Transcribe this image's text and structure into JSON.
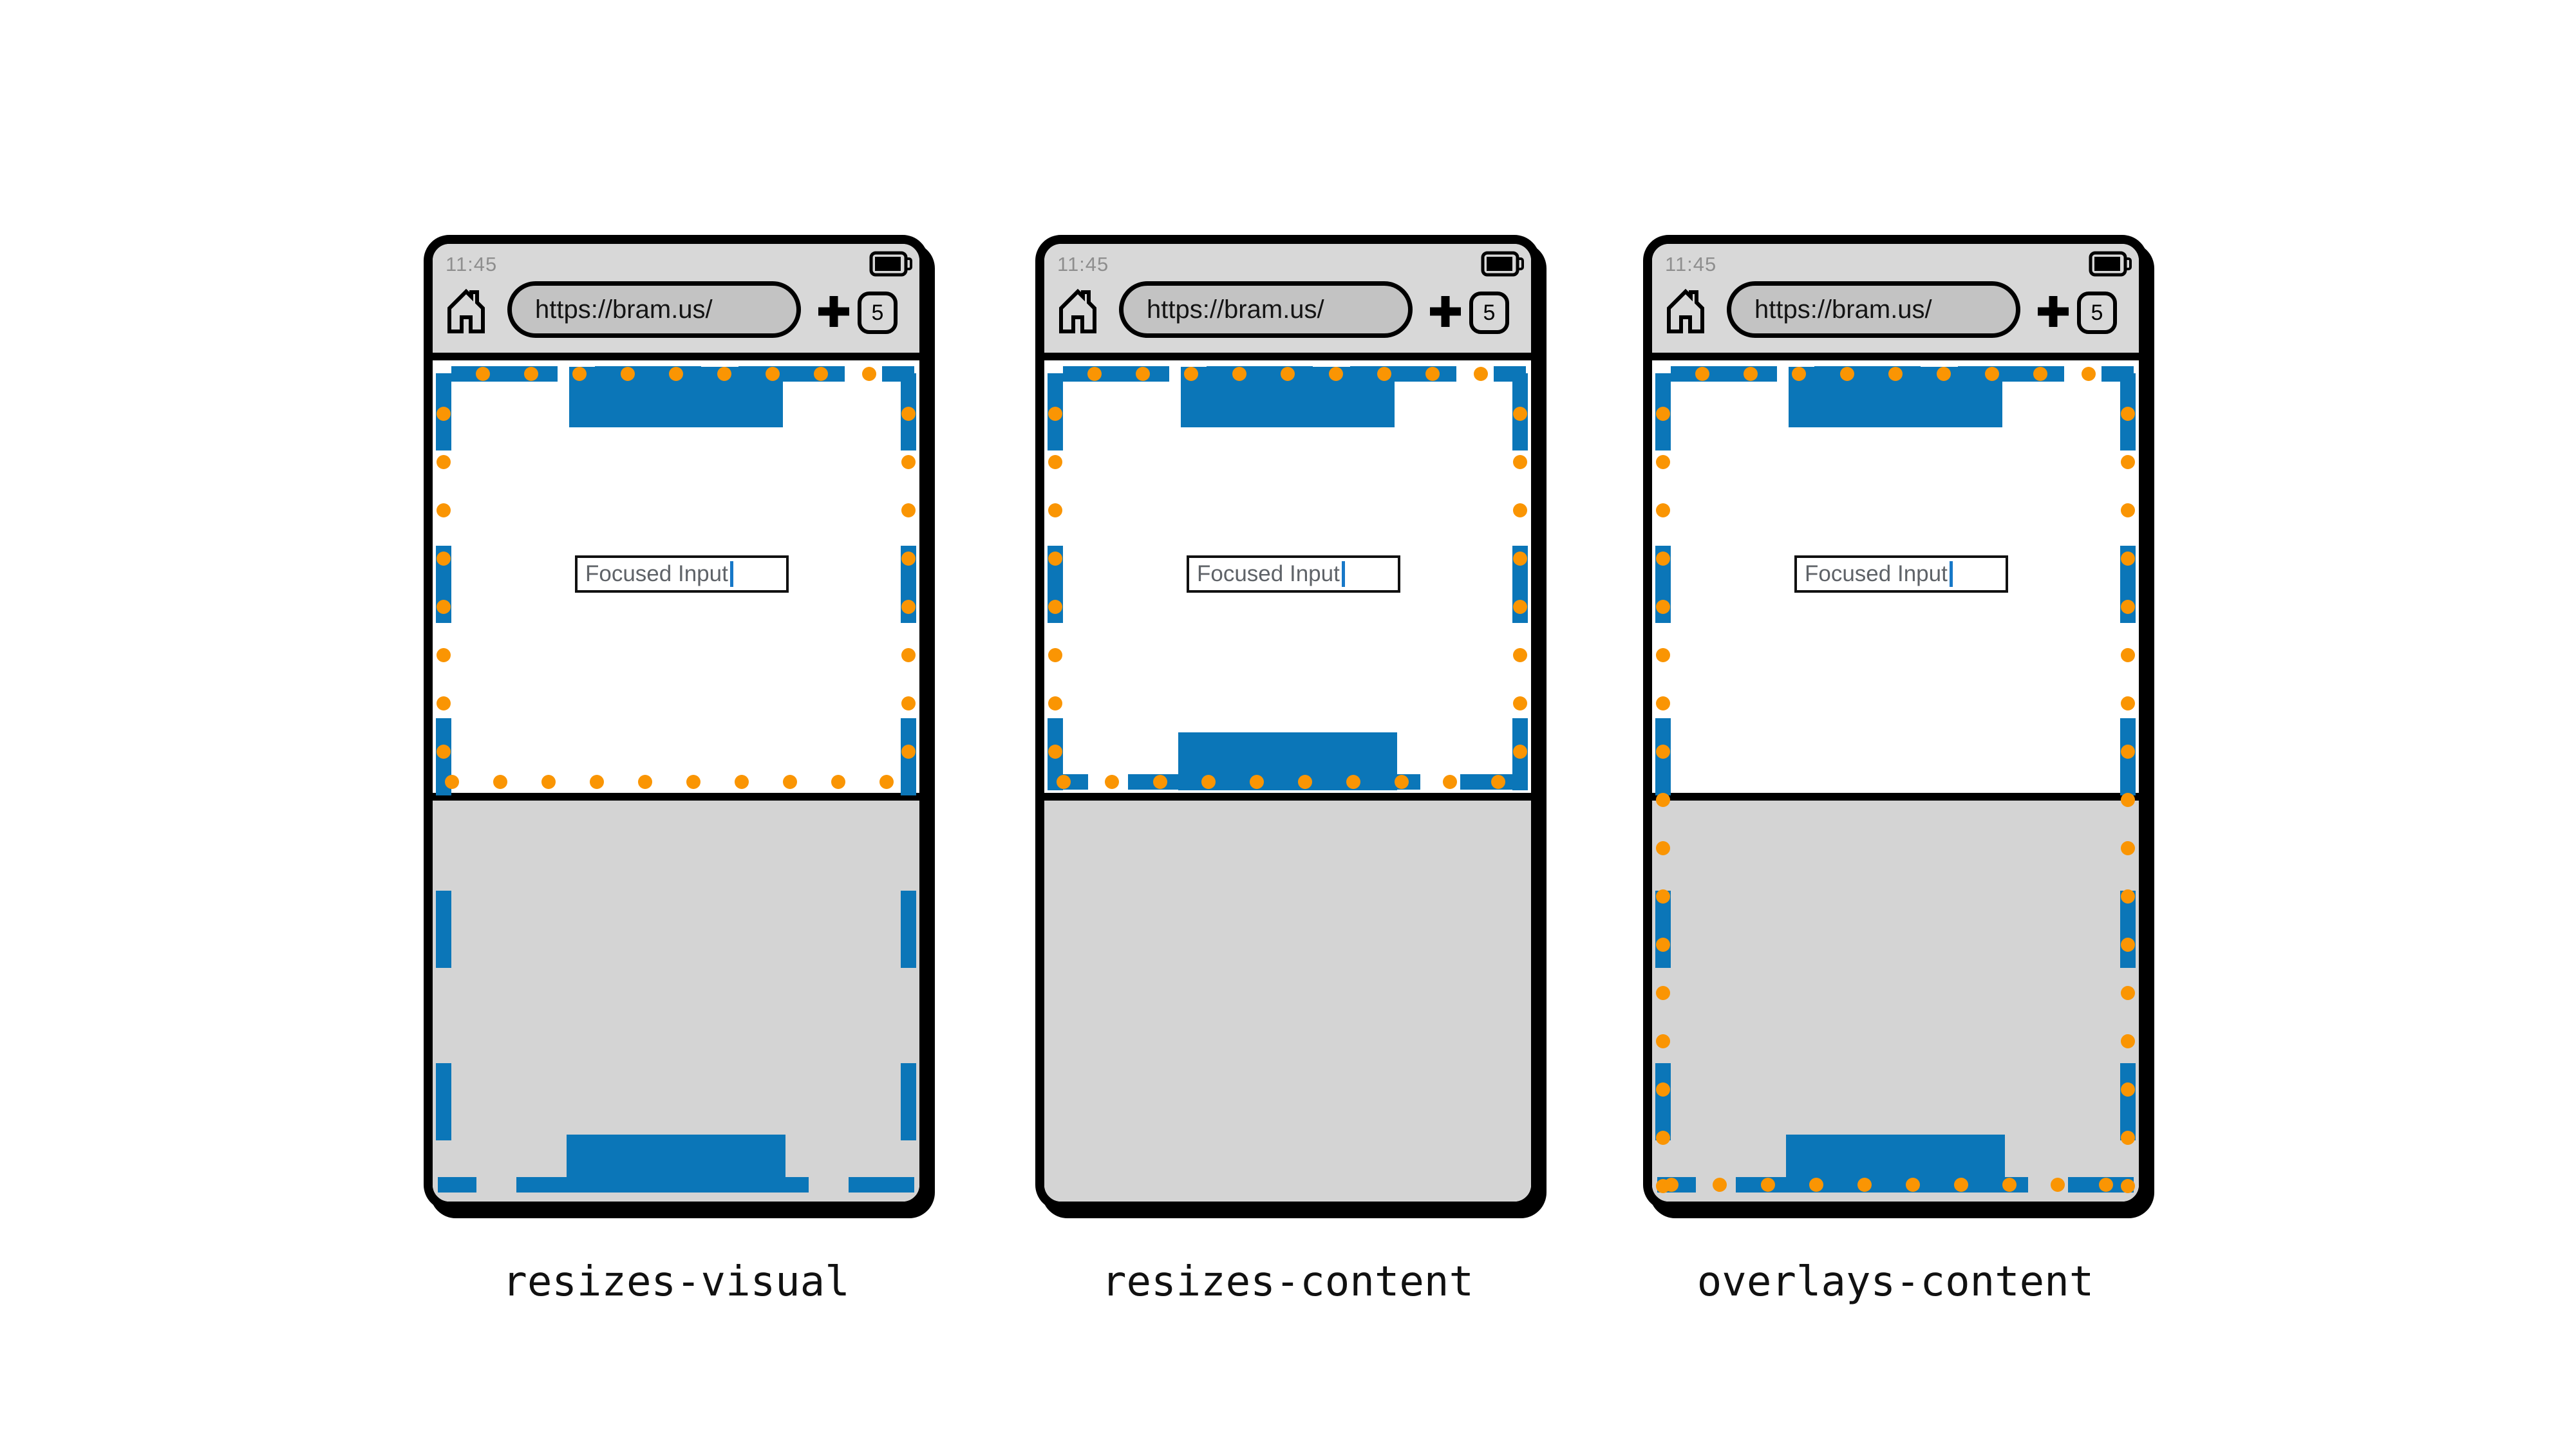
{
  "browser": {
    "time": "11:45",
    "url": "https://bram.us/",
    "tab_count": "5",
    "input_value": "Focused Input"
  },
  "panels": [
    {
      "mode": "resizes-visual",
      "label": "resizes-visual"
    },
    {
      "mode": "resizes-content",
      "label": "resizes-content"
    },
    {
      "mode": "overlays-content",
      "label": "overlays-content"
    }
  ],
  "colors": {
    "layout_viewport_blue": "#0B76B8",
    "visual_viewport_orange": "#FA9503",
    "browser_chrome_gray": "#D8D8D8",
    "virtual_keyboard_gray": "#D4D4D4",
    "url_bar_gray": "#C3C3C3",
    "caret_blue": "#1778C8"
  }
}
